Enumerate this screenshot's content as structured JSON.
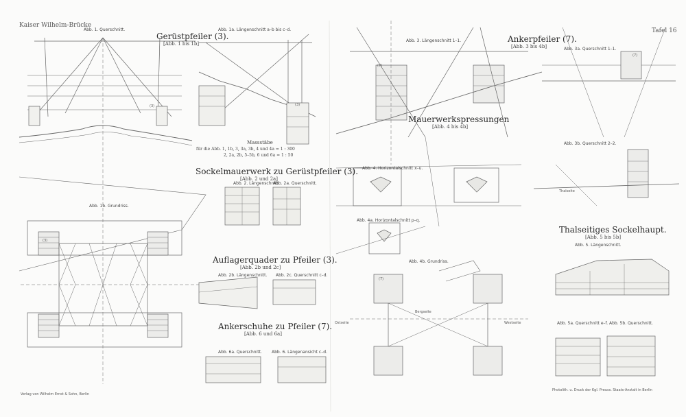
{
  "sheet": {
    "header_left": "Kaiser Wilhelm-Brücke",
    "header_right": "Tafel 16",
    "footer_left": "Verlag von Wilhelm Ernst & Sohn, Berlin",
    "footer_right": "Photolith. u. Druck der Kgl. Preuss. Staats-Anstalt in Berlin",
    "line_color": "#666666",
    "paper_color": "#fbfbfa"
  },
  "sections": {
    "geruestpfeiler": {
      "title": "Gerüstpfeiler (3).",
      "subtitle": "[Abb. 1 bis 1b]"
    },
    "massstaebe": {
      "title": "Massstäbe",
      "line1": "für die Abb. 1, 1b, 3, 3a, 3b, 4 und 4a = 1 : 300",
      "line2": "2, 2a, 2b, 5–5b, 6 und 6a = 1 : 50"
    },
    "sockel": {
      "title": "Sockelmauerwerk zu Gerüstpfeiler (3).",
      "subtitle": "[Abb. 2 und 2a]"
    },
    "auflager": {
      "title": "Auflagerquader zu Pfeiler (3).",
      "subtitle": "[Abb. 2b und 2c]"
    },
    "ankerschuhe": {
      "title": "Ankerschuhe zu Pfeiler (7).",
      "subtitle": "[Abb. 6 und 6a]"
    },
    "ankerpfeiler": {
      "title": "Ankerpfeiler (7).",
      "subtitle": "[Abb. 3 bis 4b]"
    },
    "mauerwerk": {
      "title": "Mauerwerkspressungen",
      "subtitle": "[Abb. 4 bis 4b]"
    },
    "thalseitiges": {
      "title": "Thalseitiges Sockelhaupt.",
      "subtitle": "[Abb. 5 bis 5b]"
    }
  },
  "figures": {
    "abb1": "Abb. 1. Querschnitt.",
    "abb1a": "Abb. 1a. Längenschnitt a–b bis c–d.",
    "abb1b": "Abb. 1b. Grundriss.",
    "abb2": "Abb. 2. Längenschnitt.",
    "abb2a": "Abb. 2a. Querschnitt.",
    "abb2b": "Abb. 2b. Längenschnitt.",
    "abb2c": "Abb. 2c. Querschnitt c–d.",
    "abb6a": "Abb. 6a. Querschnitt.",
    "abb6": "Abb. 6. Längenansicht c–d.",
    "abb3": "Abb. 3. Längenschnitt 1–1.",
    "abb3a": "Abb. 3a. Querschnitt 1–1.",
    "abb3b": "Abb. 3b. Querschnitt 2–2.",
    "abb4": "Abb. 4. Horizontalschnitt x–u.",
    "abb4a": "Abb. 4a. Horizontalschnitt p–q.",
    "abb4b": "Abb. 4b. Grundriss.",
    "abb5": "Abb. 5. Längenschnitt.",
    "abb5a": "Abb. 5a. Querschnitt e–f.",
    "abb5b": "Abb. 5b. Querschnitt."
  },
  "labels": {
    "pier3": "(3)",
    "pier7": "(7)",
    "ostseite": "Ostseite",
    "westseite": "Westseite",
    "bergseite": "Bergseite",
    "thalseite": "Thalseite"
  }
}
